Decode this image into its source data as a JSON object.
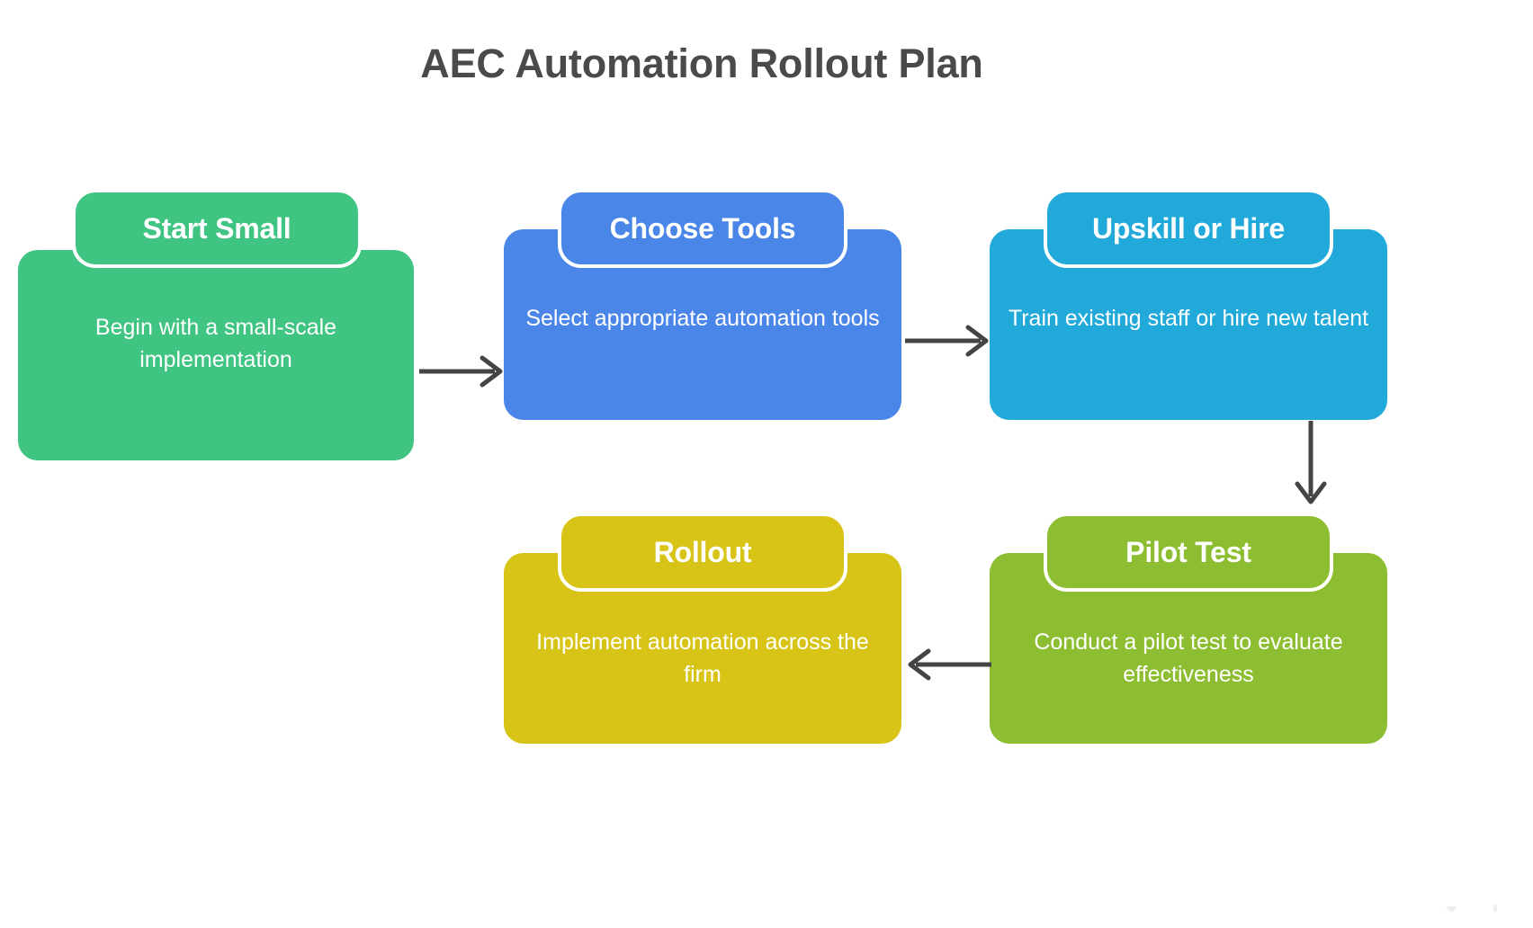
{
  "page": {
    "title": "AEC Automation Rollout Plan",
    "background": "#ffffff",
    "title_color": "#4a4a48"
  },
  "diagram": {
    "type": "flowchart",
    "arrow_color": "#444444",
    "nodes": [
      {
        "id": "start-small",
        "header": "Start Small",
        "description": "Begin with a small-scale implementation",
        "color": "#3fc482",
        "row": 1,
        "order": 1
      },
      {
        "id": "choose-tools",
        "header": "Choose Tools",
        "description": "Select appropriate automation tools",
        "color": "#4a86e8",
        "row": 1,
        "order": 2
      },
      {
        "id": "upskill-or-hire",
        "header": "Upskill or Hire",
        "description": "Train existing staff or hire new talent",
        "color": "#21a9da",
        "row": 1,
        "order": 3
      },
      {
        "id": "pilot-test",
        "header": "Pilot Test",
        "description": "Conduct a pilot test to evaluate effectiveness",
        "color": "#8dbe31",
        "row": 2,
        "order": 4
      },
      {
        "id": "rollout",
        "header": "Rollout",
        "description": "Implement automation across the firm",
        "color": "#d7c417",
        "row": 2,
        "order": 5
      }
    ],
    "connectors": [
      {
        "id": "start-small-to-choose-tools",
        "from": "start-small",
        "to": "choose-tools",
        "direction": "right"
      },
      {
        "id": "choose-tools-to-upskill-or-hire",
        "from": "choose-tools",
        "to": "upskill-or-hire",
        "direction": "right"
      },
      {
        "id": "upskill-or-hire-to-pilot-test",
        "from": "upskill-or-hire",
        "to": "pilot-test",
        "direction": "down"
      },
      {
        "id": "pilot-test-to-rollout",
        "from": "pilot-test",
        "to": "rollout",
        "direction": "left"
      }
    ]
  }
}
